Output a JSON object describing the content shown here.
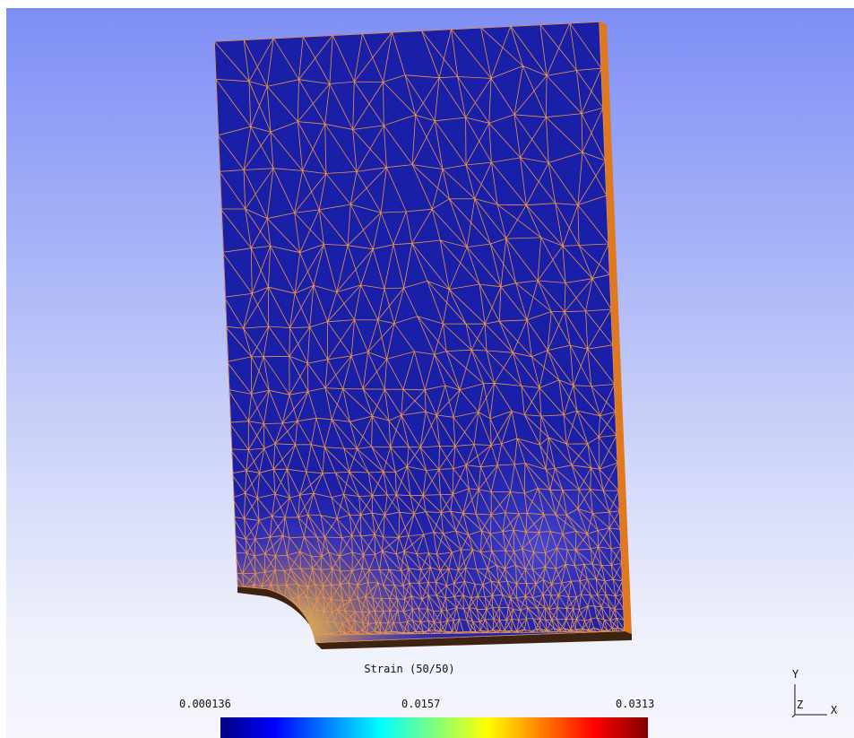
{
  "legend": {
    "title": "Strain (50/50)",
    "min_label": "0.000136",
    "mid_label": "0.0157",
    "max_label": "0.0313",
    "colormap": [
      "#00007f",
      "#0000ff",
      "#0080ff",
      "#00ffff",
      "#80ff80",
      "#ffff00",
      "#ff8000",
      "#ff0000",
      "#7f0000"
    ]
  },
  "axes": {
    "y_label": "Y",
    "z_label": "Z",
    "x_label": "X"
  },
  "colors": {
    "background_top": "#7e8ef5",
    "background_bottom": "#f6f7fd",
    "model_fill": "#1a1fa8",
    "mesh_edges": "#e8944a",
    "side_face": "#e07820",
    "bottom_face": "#4a2a10"
  }
}
